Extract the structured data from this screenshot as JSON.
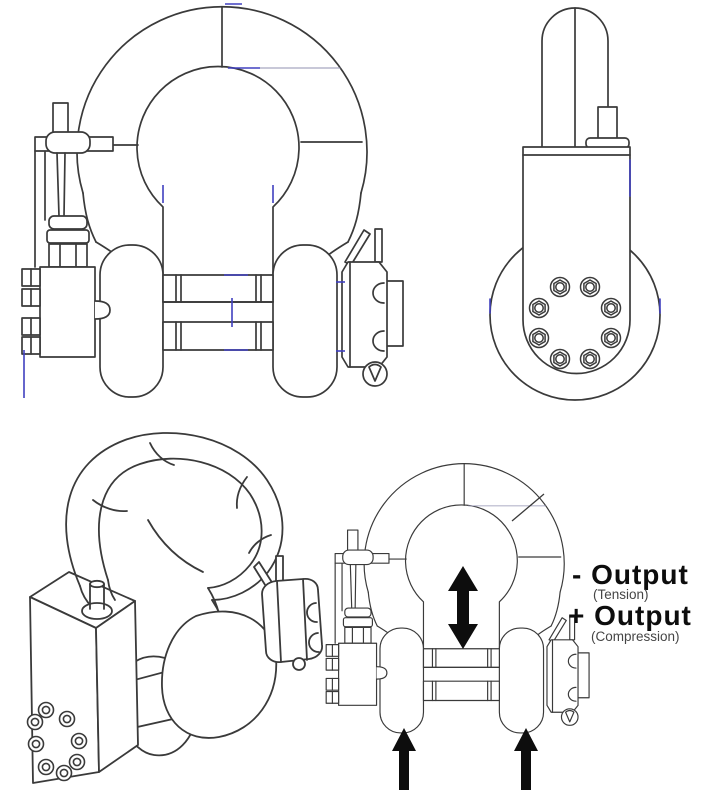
{
  "figure": {
    "annotations": {
      "negative_output": {
        "label": "- Output",
        "sublabel": "(Tension)"
      },
      "positive_output": {
        "label": "+ Output",
        "sublabel": "(Compression)"
      }
    },
    "colors": {
      "line": "#3a3a3a",
      "centerline": "#4040c0",
      "annotation": "#0d0d0d",
      "background": "#ffffff"
    }
  }
}
